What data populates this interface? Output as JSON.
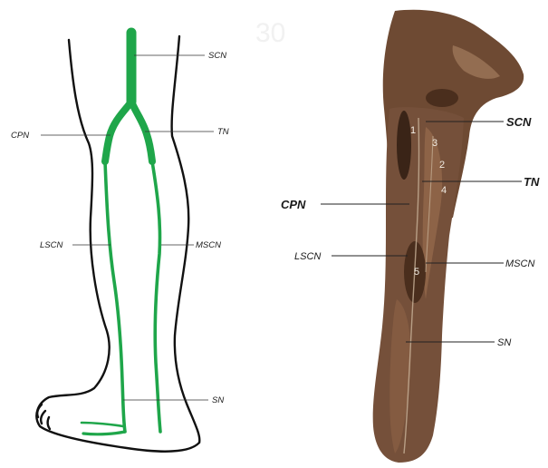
{
  "watermark": "30",
  "colors": {
    "nerve": "#1fa64a",
    "outline": "#111111",
    "tissue": "#6e4a33",
    "tissue_dark": "#3a2417"
  },
  "left_diagram": {
    "labels": {
      "scn": "SCN",
      "cpn": "CPN",
      "tn": "TN",
      "lscn": "LSCN",
      "mscn": "MSCN",
      "sn": "SN"
    }
  },
  "right_specimen": {
    "labels": {
      "scn": "SCN",
      "tn": "TN",
      "cpn": "CPN",
      "lscn": "LSCN",
      "mscn": "MSCN",
      "sn": "SN"
    },
    "numbers": [
      "1",
      "2",
      "3",
      "4",
      "5"
    ]
  }
}
